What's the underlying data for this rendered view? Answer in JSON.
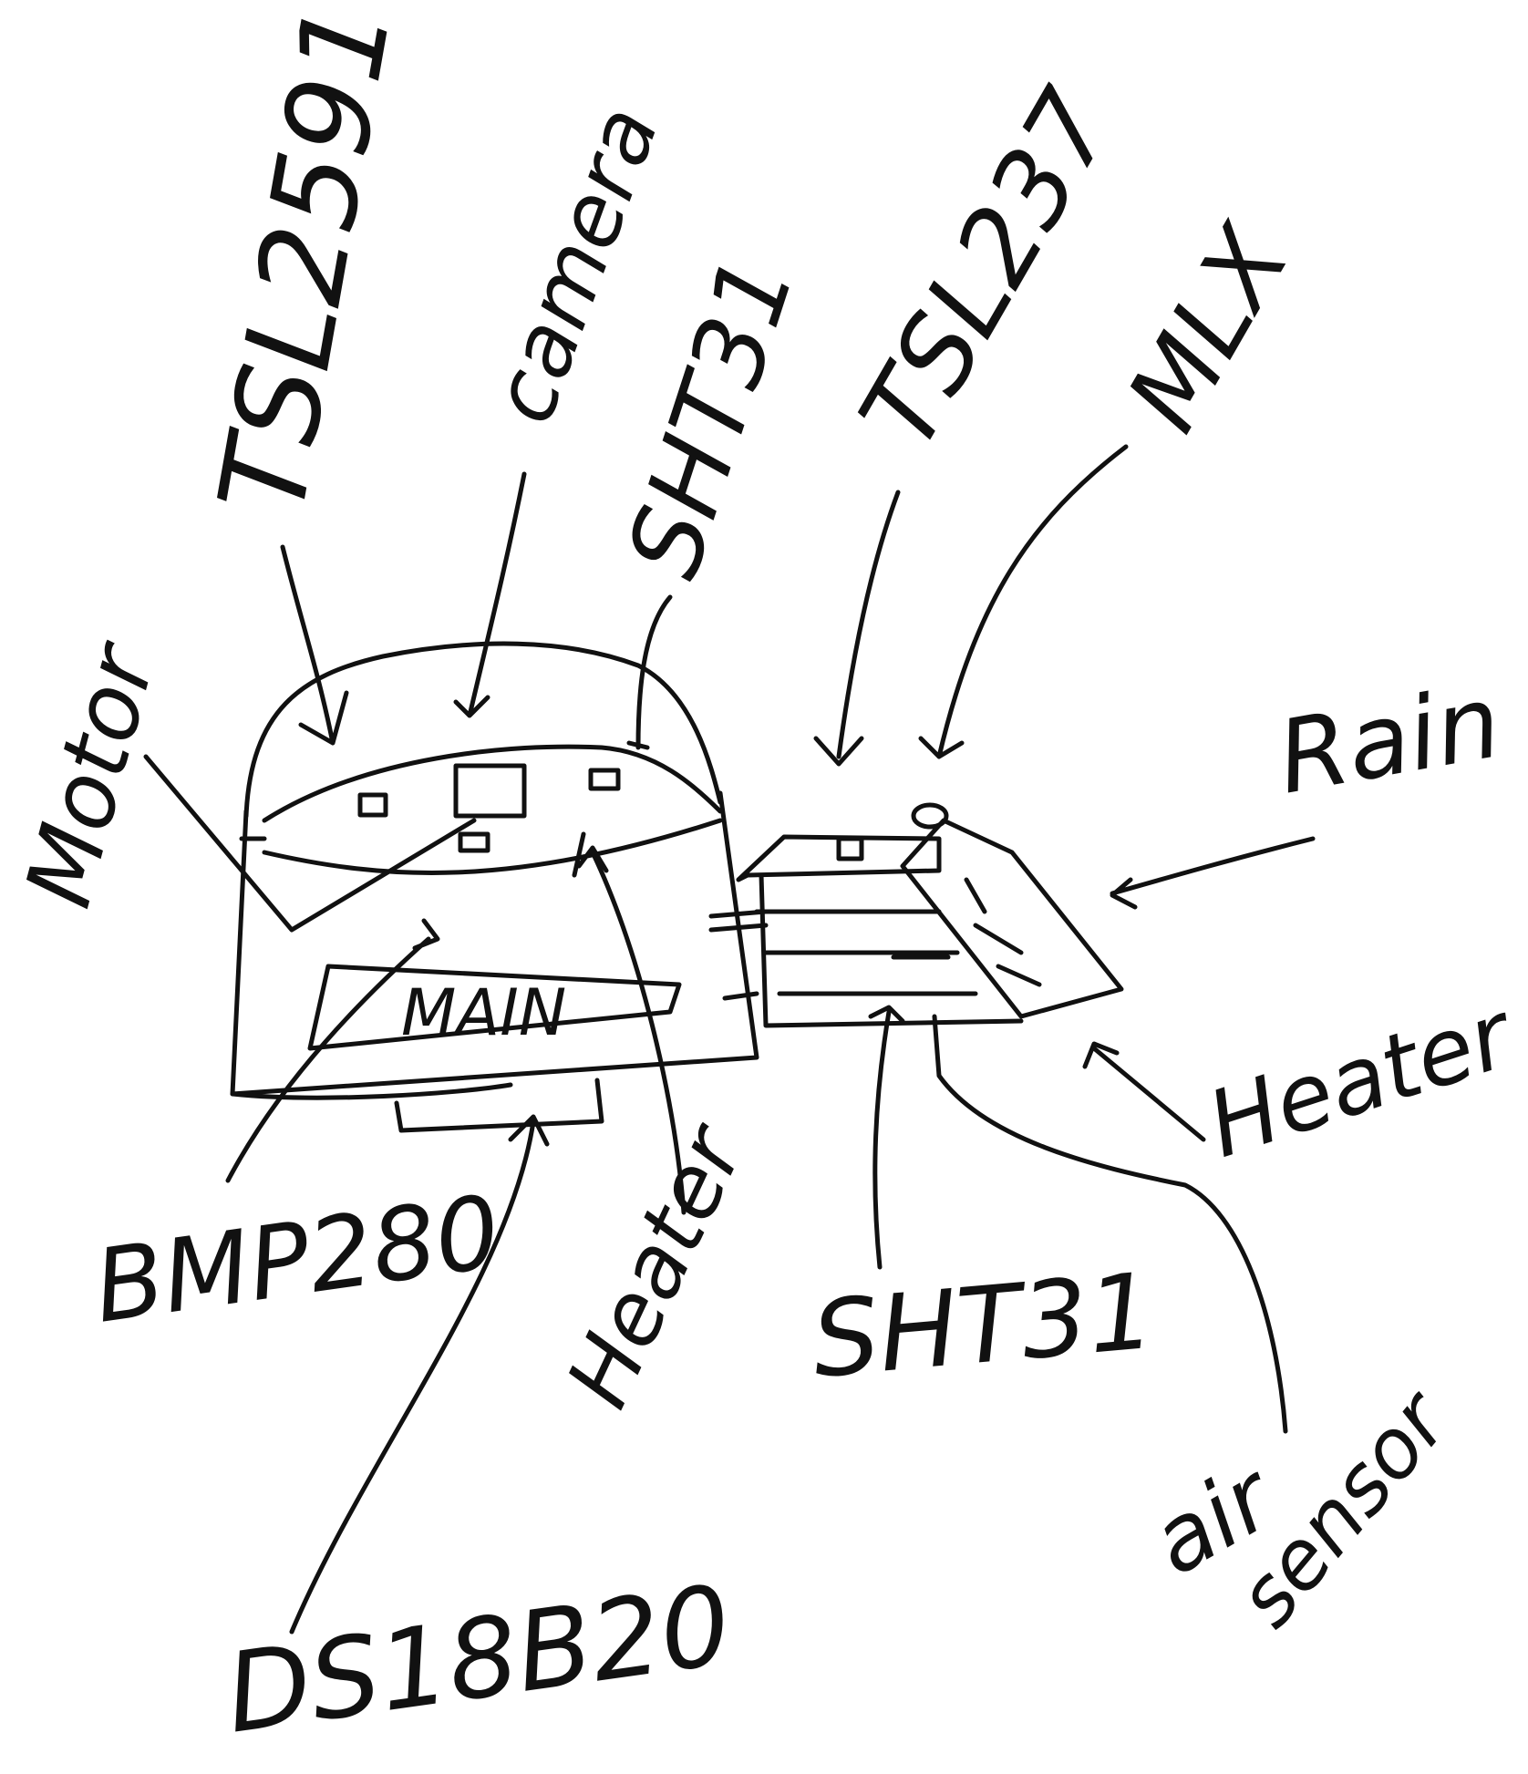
{
  "colors": {
    "ink": "#111111",
    "background": "#ffffff"
  },
  "labels": {
    "tsl2591": "TSL2591",
    "camera": "camera",
    "sht31_top": "SHT31",
    "tsl237": "TSL237",
    "mlx": "MLX",
    "motor": "Motor",
    "rain": "Rain",
    "main_board": "MAIN",
    "bmp280": "BMP280",
    "heater_left": "Heater",
    "sht31_bottom": "SHT31",
    "heater_right": "Heater",
    "air_sensor_1": "air",
    "air_sensor_2": "sensor",
    "ds18b20": "DS18B20"
  }
}
